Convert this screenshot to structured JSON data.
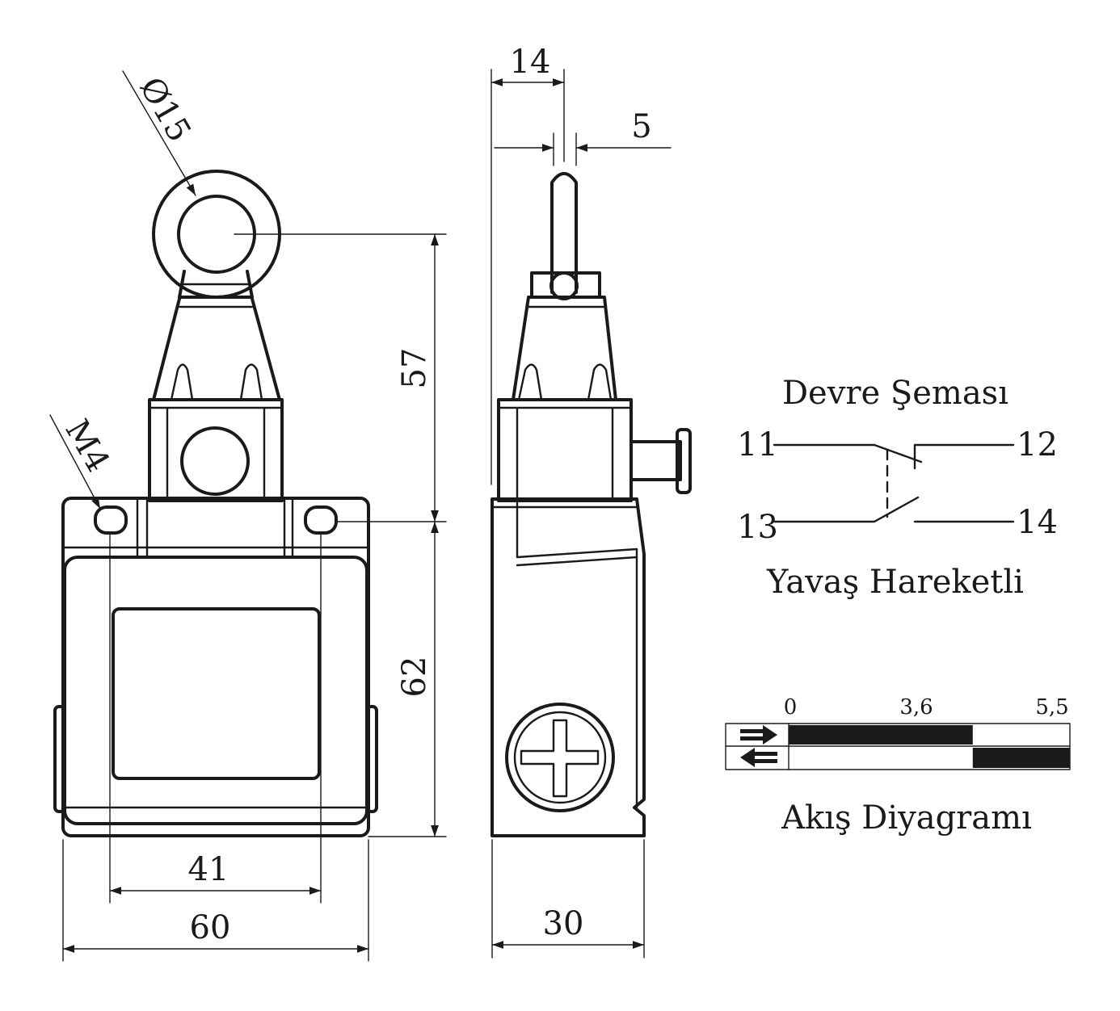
{
  "dimensions": {
    "diameter": "Ø15",
    "thread": "M4",
    "height_upper": "57",
    "height_lower": "62",
    "hole_spacing": "41",
    "body_width": "60",
    "lever_offset": "14",
    "lever_width": "5",
    "body_depth": "30"
  },
  "circuit": {
    "title": "Devre Şeması",
    "terminals": [
      "11",
      "12",
      "13",
      "14"
    ],
    "mode": "Yavaş Hareketli"
  },
  "flow_diagram": {
    "title": "Akış Diyagramı",
    "scale_labels": [
      "0",
      "3,6",
      "5,5"
    ],
    "rows": [
      {
        "direction": "right-arrow-icon",
        "filled_from": 0,
        "filled_to": 3.6
      },
      {
        "direction": "left-arrow-icon",
        "filled_from": 3.6,
        "filled_to": 5.5
      }
    ]
  }
}
